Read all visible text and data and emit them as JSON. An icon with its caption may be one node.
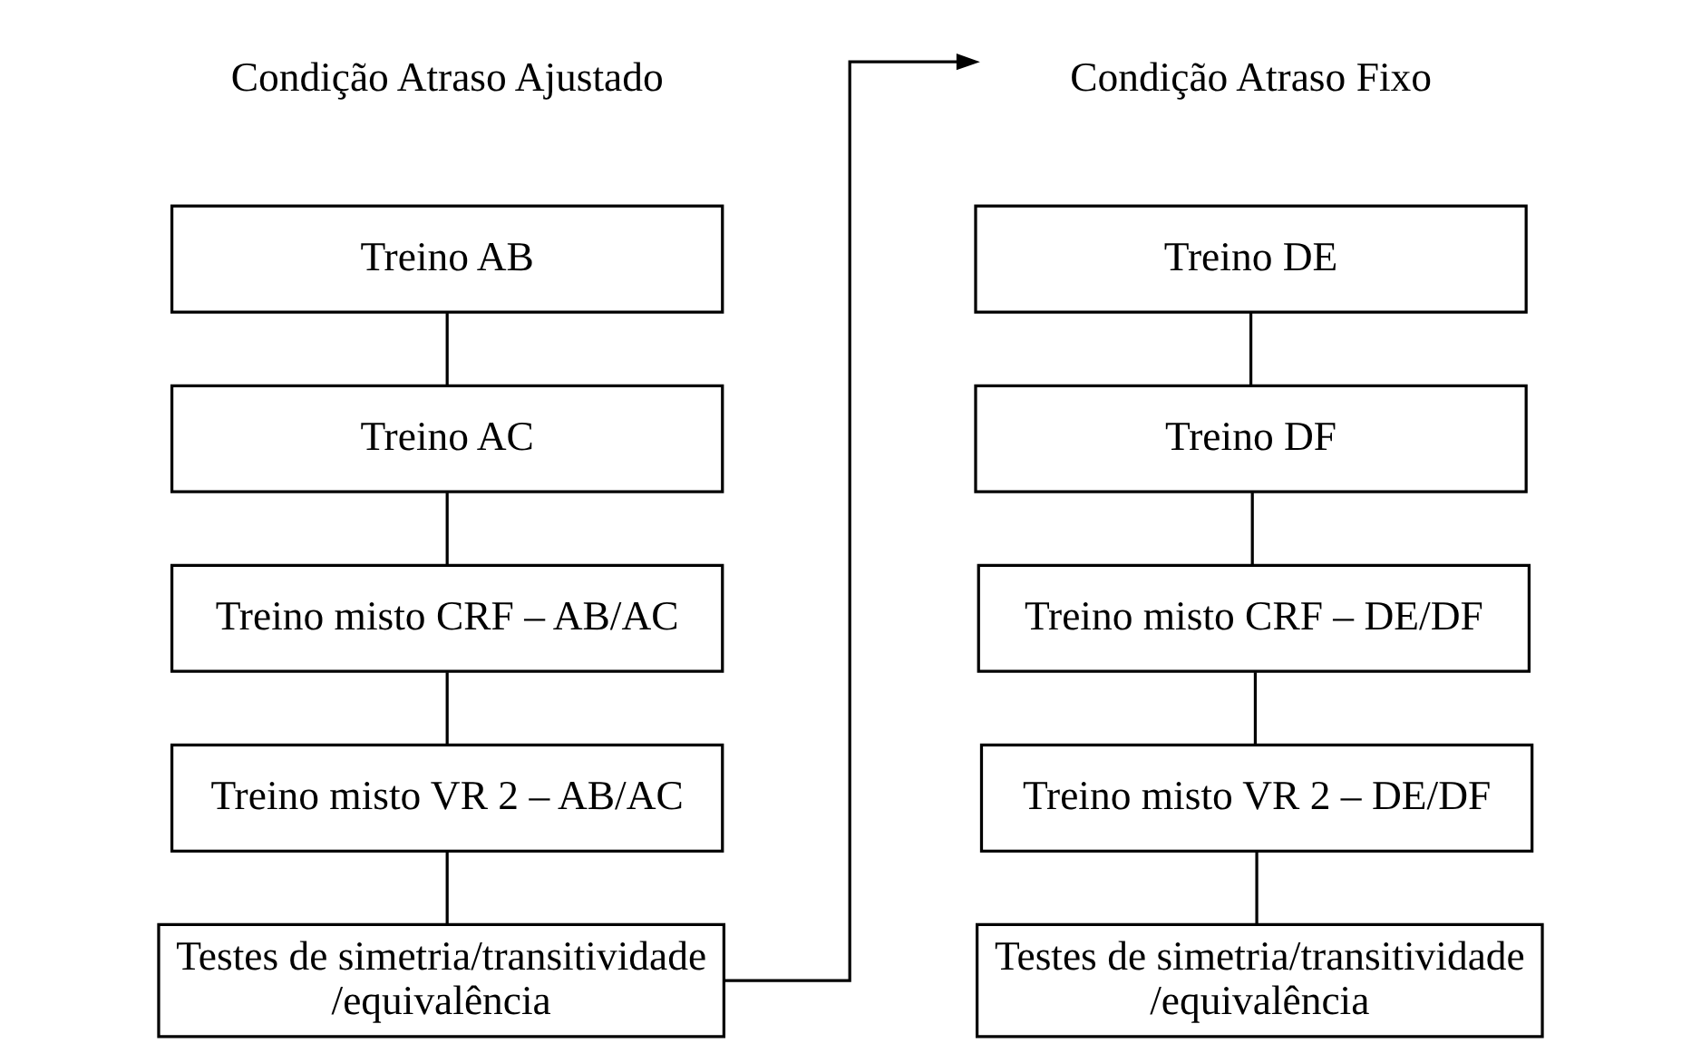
{
  "diagram": {
    "nodes": [
      {
        "text": [
          "Treino AB"
        ]
      },
      {
        "text": [
          "Treino AC"
        ]
      },
      {
        "text": [
          "Treino misto CRF – AB/AC"
        ]
      },
      {
        "text": [
          "Treino misto VR 2 – AB/AC"
        ]
      },
      {
        "text": [
          "Testes de simetria/transitividade /equivalência"
        ]
      },
      {
        "text": [
          "Condição Atraso Fixo"
        ]
      },
      {
        "text": [
          "Treino DE"
        ]
      },
      {
        "text": [
          "Treino DF"
        ]
      },
      {
        "text": [
          "Treino misto CRF – DE/DF"
        ]
      },
      {
        "text": [
          "Treino misto VR 2 – DE/DF"
        ]
      },
      {
        "text": [
          "Testes de simetria/transitividade /equivalência"
        ]
      }
    ],
    "edges": [
      {
        "from": 0,
        "to": 1,
        "arrow": "none"
      },
      {
        "from": 1,
        "to": 2,
        "arrow": "none"
      },
      {
        "from": 2,
        "to": 3,
        "arrow": "none"
      },
      {
        "from": 3,
        "to": 4,
        "arrow": "none"
      },
      {
        "from": 4,
        "to": 5,
        "arrow": "to"
      },
      {
        "from": 6,
        "to": 7,
        "arrow": "none"
      },
      {
        "from": 7,
        "to": 8,
        "arrow": "none"
      },
      {
        "from": 8,
        "to": 9,
        "arrow": "none"
      },
      {
        "from": 9,
        "to": 10,
        "arrow": "none"
      }
    ],
    "labels": [
      "Condição Atraso Ajustado"
    ]
  }
}
